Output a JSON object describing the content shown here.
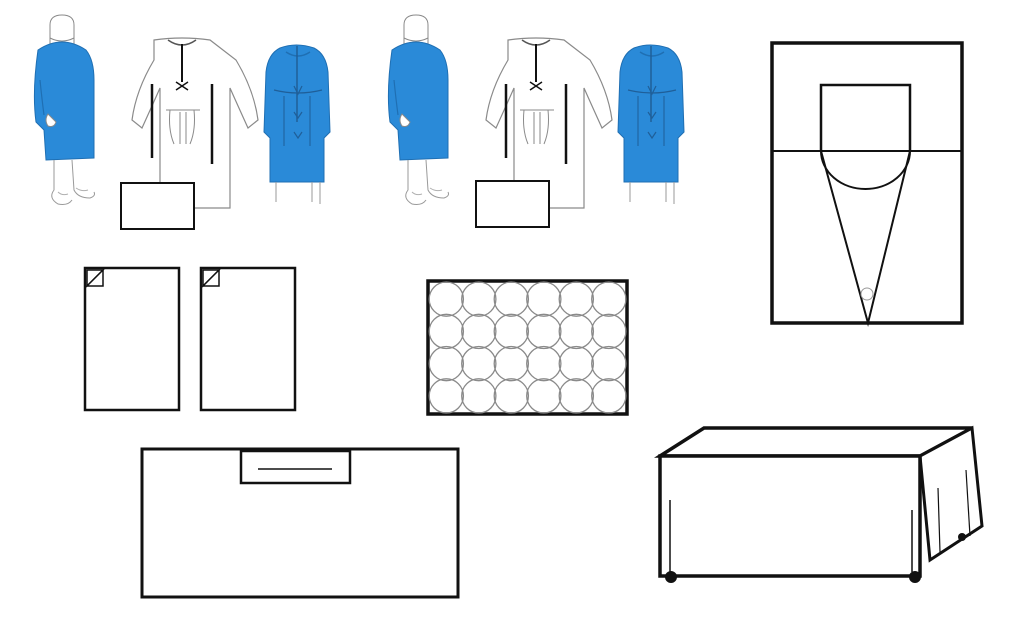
{
  "colors": {
    "gown_blue": "#2a8ad8",
    "gown_blue_dark": "#1f6fb3",
    "outline": "#111111",
    "sketch": "#8a8a8a",
    "background": "#ffffff"
  },
  "items": [
    {
      "name": "gown-kit-1",
      "icons": [
        "surgeon-gown-front-icon",
        "gown-back-outline-icon",
        "gown-back-blue-icon",
        "towel-icon"
      ]
    },
    {
      "name": "gown-kit-2",
      "icons": [
        "surgeon-gown-front-icon",
        "gown-back-outline-icon",
        "gown-back-blue-icon",
        "towel-icon"
      ]
    },
    {
      "name": "folded-drapes",
      "icons": [
        "folded-drape-icon",
        "folded-drape-icon"
      ]
    },
    {
      "name": "gauze-sponges",
      "grid": {
        "rows": 4,
        "cols": 6
      }
    },
    {
      "name": "fenestrated-drape",
      "icons": [
        "fenestrated-drape-icon"
      ]
    },
    {
      "name": "mayo-stand-cover",
      "icons": [
        "mayo-stand-cover-icon"
      ]
    },
    {
      "name": "back-table-cover",
      "icons": [
        "back-table-cover-icon"
      ]
    }
  ]
}
